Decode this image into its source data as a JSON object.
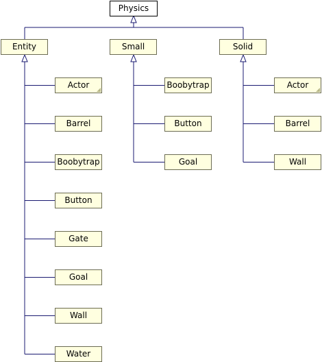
{
  "diagram": {
    "root": "Physics",
    "groups": [
      {
        "name": "Entity",
        "children": [
          {
            "label": "Actor",
            "folded": true
          },
          {
            "label": "Barrel",
            "folded": false
          },
          {
            "label": "Boobytrap",
            "folded": false
          },
          {
            "label": "Button",
            "folded": false
          },
          {
            "label": "Gate",
            "folded": false
          },
          {
            "label": "Goal",
            "folded": false
          },
          {
            "label": "Wall",
            "folded": false
          },
          {
            "label": "Water",
            "folded": false
          }
        ]
      },
      {
        "name": "Small",
        "children": [
          {
            "label": "Boobytrap",
            "folded": false
          },
          {
            "label": "Button",
            "folded": false
          },
          {
            "label": "Goal",
            "folded": false
          }
        ]
      },
      {
        "name": "Solid",
        "children": [
          {
            "label": "Actor",
            "folded": true
          },
          {
            "label": "Barrel",
            "folded": false
          },
          {
            "label": "Wall",
            "folded": false
          }
        ]
      }
    ]
  },
  "colors": {
    "edge": "#191970",
    "node_fill": "#ffffe0",
    "node_border": "#6b6b52",
    "root_fill": "#ffffff"
  }
}
